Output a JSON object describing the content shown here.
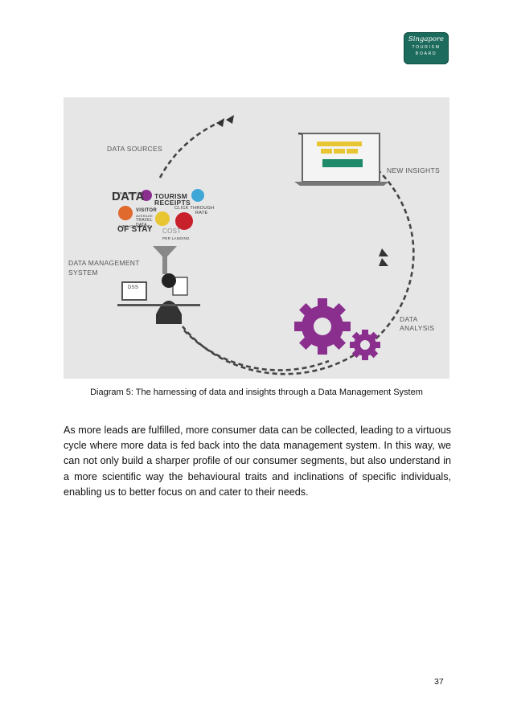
{
  "logo": {
    "line1": "Singapore",
    "line2": "TOURISM",
    "line3": "BOARD",
    "bg_color": "#1d6b5c"
  },
  "diagram": {
    "labels": {
      "data_sources": "DATA SOURCES",
      "new_insights": "NEW INSIGHTS",
      "dms_line1": "DATA MANAGEMENT",
      "dms_line2": "SYSTEM",
      "data_analysis": "DATA ANALYSIS",
      "dss": "DSS"
    },
    "data_words": {
      "transaction": "TRANSACTION",
      "data": "DATA",
      "tourism": "TOURISM",
      "receipts": "RECEIPTS",
      "visitor": "VISITOR",
      "average": "AVERAGE",
      "travel": "TRAVEL",
      "data2": "DATA",
      "click_through": "CLICK THROUGH",
      "rate": "RATE",
      "average_length": "AVERAGE LENGTH",
      "of_stay": "OF STAY",
      "cost": "COST",
      "per_landing": "PER LANDING"
    },
    "colors": {
      "background": "#e6e6e6",
      "gear": "#8b2f8f",
      "arrow": "#444444",
      "laptop_yellow": "#e8c532",
      "laptop_green": "#1f8a6a"
    }
  },
  "caption": "Diagram 5: The harnessing of data and insights through a Data Management System",
  "paragraph": "As more leads are fulfilled, more consumer data can be collected, leading to a virtuous cycle where more data is fed back into the data management system. In this way, we can not only build a sharper profile of our consumer segments, but also understand in a more scientific way the behavioural traits and inclinations of specific individuals, enabling us to better focus on and cater to their needs.",
  "page_number": "37"
}
